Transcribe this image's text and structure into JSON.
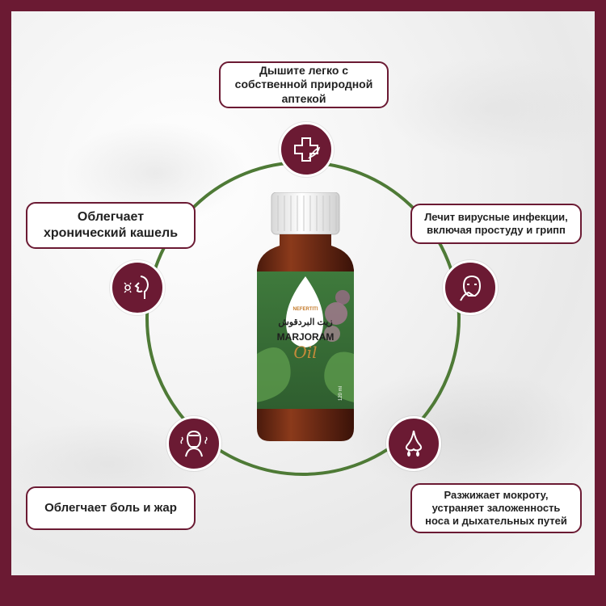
{
  "colors": {
    "frame": "#6b1a33",
    "ring": "#4e7a36",
    "label_border": "#6b1a33"
  },
  "labels": {
    "top": "Дышите легко с собственной природной аптекой",
    "left_top": "Облегчает хронический кашель",
    "right_top": "Лечит вирусные инфекции, включая простуду и грипп",
    "left_bottom": "Облегчает боль и жар",
    "right_bottom": "Разжижает мокроту, устраняет заложенность носа и дыхательных путей"
  },
  "icons": {
    "top": "medical-cross-leaf-icon",
    "left_top": "coughing-person-icon",
    "right_top": "sick-person-icon",
    "left_bottom": "fever-person-icon",
    "right_bottom": "nose-drip-icon"
  },
  "product": {
    "brand": "NEFERTITI",
    "arabic_name": "زيت البردقوش",
    "name": "MARJORAM",
    "script_word": "Oil",
    "volume": "120 ml"
  }
}
